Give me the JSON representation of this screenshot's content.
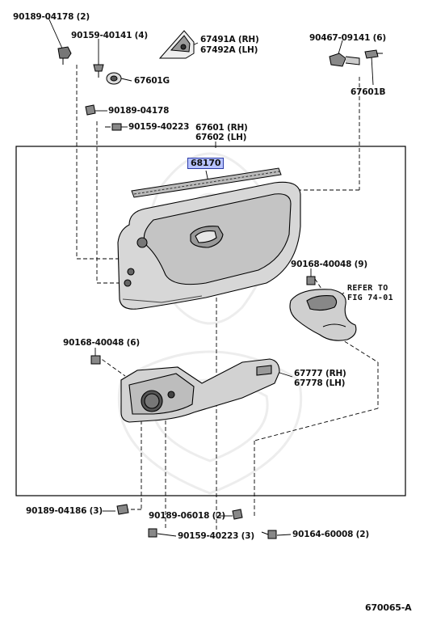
{
  "parts": {
    "p1": "90189-04178 (2)",
    "p2": "90159-40141 (4)",
    "p3": "67491A (RH)",
    "p4": "67492A (LH)",
    "p5": "90467-09141 (6)",
    "p6": "67601G",
    "p7": "67601B",
    "p8": "90189-04178",
    "p9": "90159-40223",
    "p10": "67601 (RH)",
    "p11": "67602 (LH)",
    "p12": "68170",
    "p13": "90168-40048 (9)",
    "p14": "REFER TO",
    "p15": "FIG 74-01",
    "p16": "90168-40048 (6)",
    "p17": "67777 (RH)",
    "p18": "67778 (LH)",
    "p19": "90189-04186 (3)",
    "p20": "90189-06018 (2)",
    "p21": "90159-40223 (3)",
    "p22": "90164-60008 (2)"
  },
  "figure_number": "670065-A",
  "highlight_color": "#b8c4ff"
}
